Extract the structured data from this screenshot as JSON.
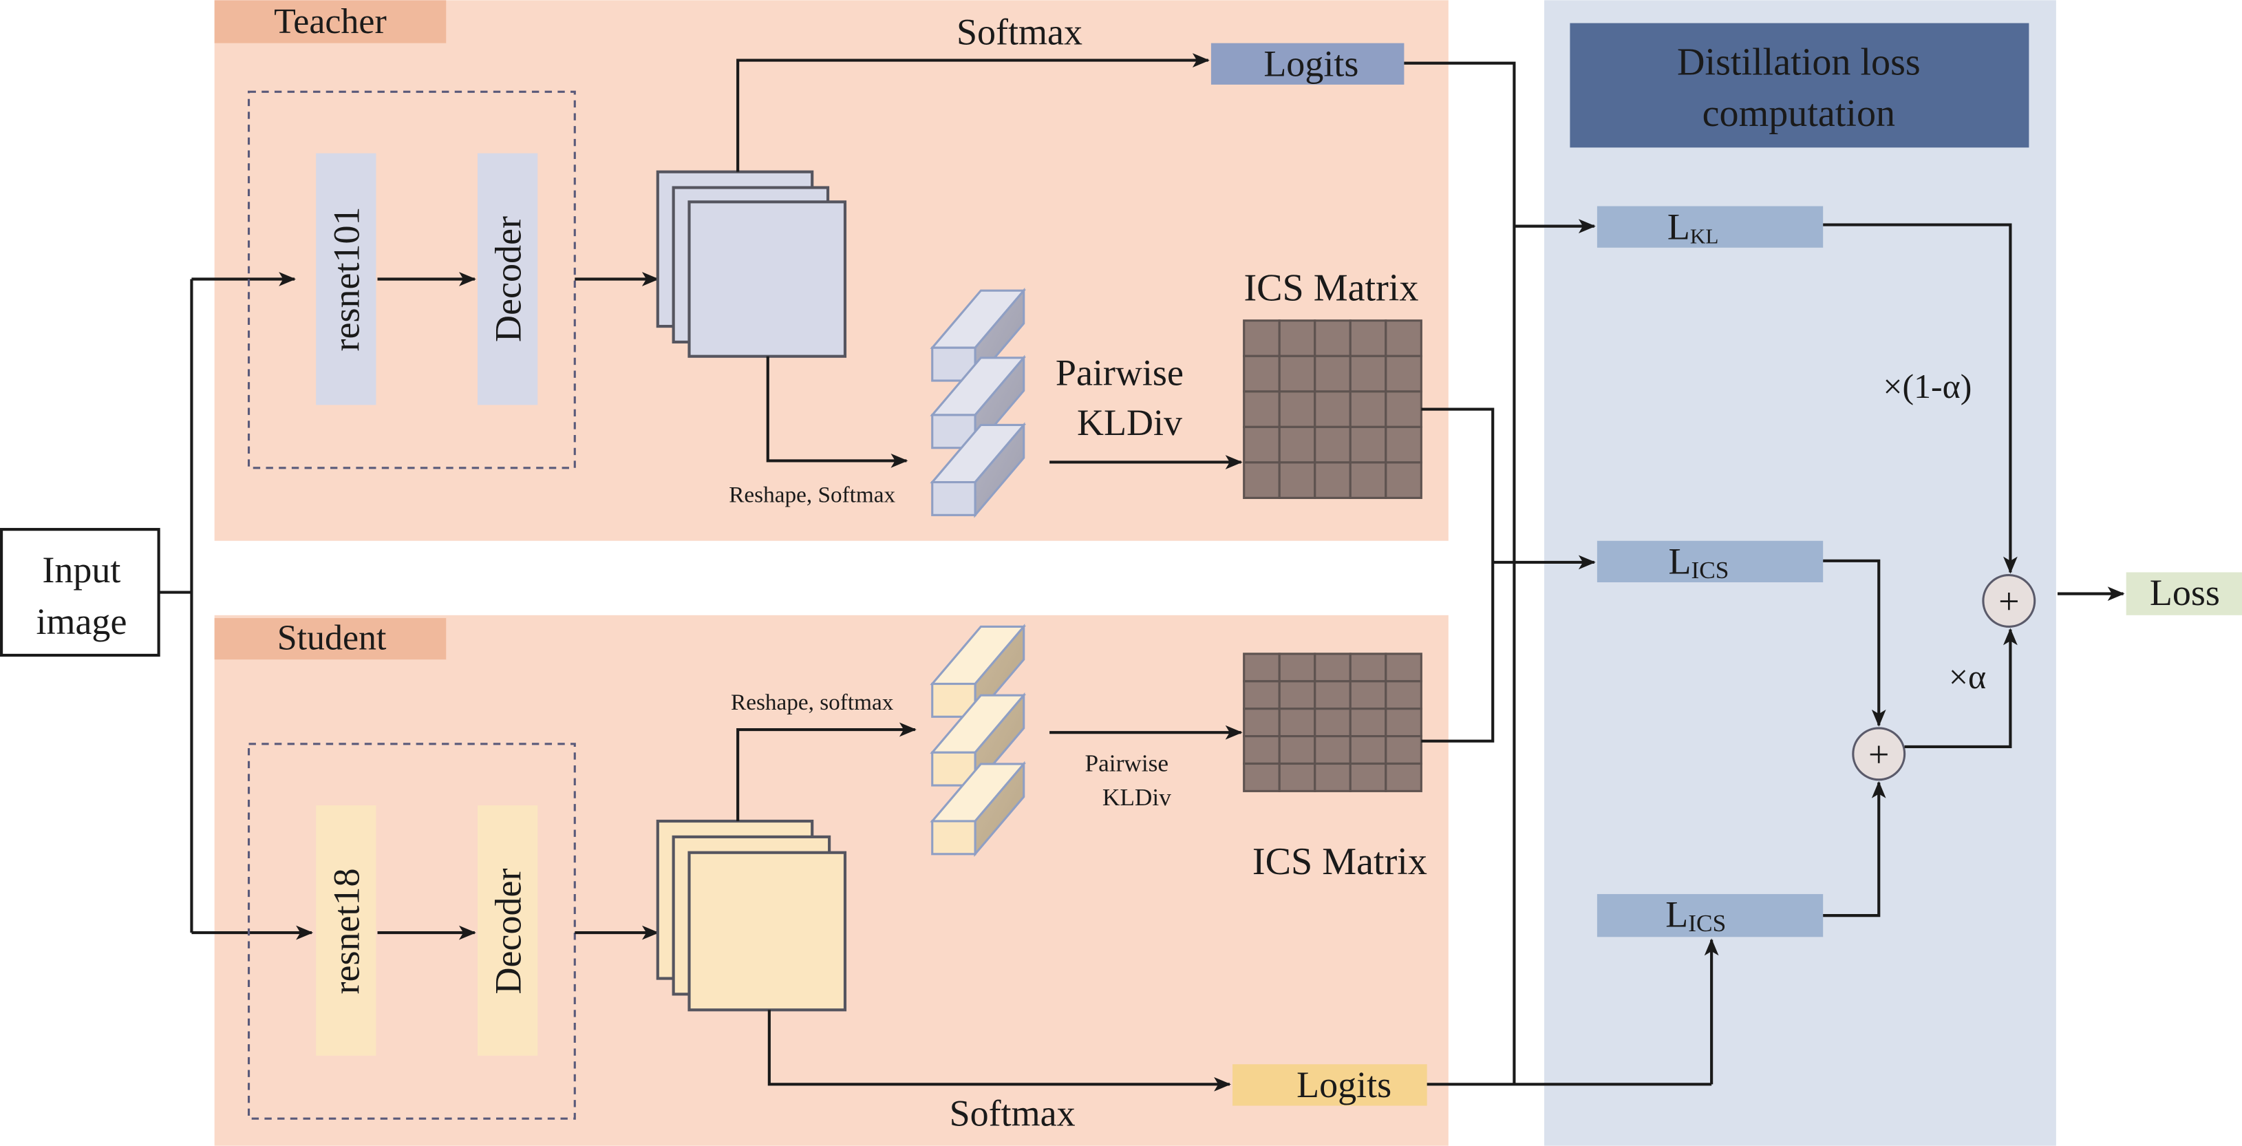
{
  "input": {
    "label_line1": "Input",
    "label_line2": "image"
  },
  "teacher": {
    "tag": "Teacher",
    "backbone": "resnet101",
    "decoder": "Decoder",
    "softmax_label": "Softmax",
    "logits_label": "Logits",
    "reshape_label": "Reshape, Softmax",
    "pairwise_line1": "Pairwise",
    "pairwise_line2": "KLDiv",
    "matrix_label": "ICS Matrix"
  },
  "student": {
    "tag": "Student",
    "backbone": "resnet18",
    "decoder": "Decoder",
    "softmax_label": "Softmax",
    "logits_label": "Logits",
    "reshape_label": "Reshape, softmax",
    "pairwise_line1": "Pairwise",
    "pairwise_line2": "KLDiv",
    "matrix_label": "ICS Matrix"
  },
  "loss_panel": {
    "title_line1": "Distillation loss",
    "title_line2": "computation",
    "lkl": {
      "main": "L",
      "sub": "KL"
    },
    "lics_1": {
      "main": "L",
      "sub": "ICS"
    },
    "lics_2": {
      "main": "L",
      "sub": "ICS"
    },
    "weight_kl": "×(1-α)",
    "weight_ics": "×α",
    "plus_symbol": "+",
    "output_label": "Loss"
  },
  "colors": {
    "panel_orange": "#fad9c8",
    "tag_orange": "#f0b99c",
    "teacher_block": "#d6d9e8",
    "student_block": "#fbe6c0",
    "teacher_logits": "#8f9fc4",
    "student_logits": "#f6d48f",
    "matrix_cell": "#8f7b75",
    "loss_panel": "#dae1ed",
    "loss_title": "#536b96",
    "loss_box": "#9fb4d1",
    "plus_fill": "#e7dfdd",
    "loss_output": "#dfe8cf"
  }
}
